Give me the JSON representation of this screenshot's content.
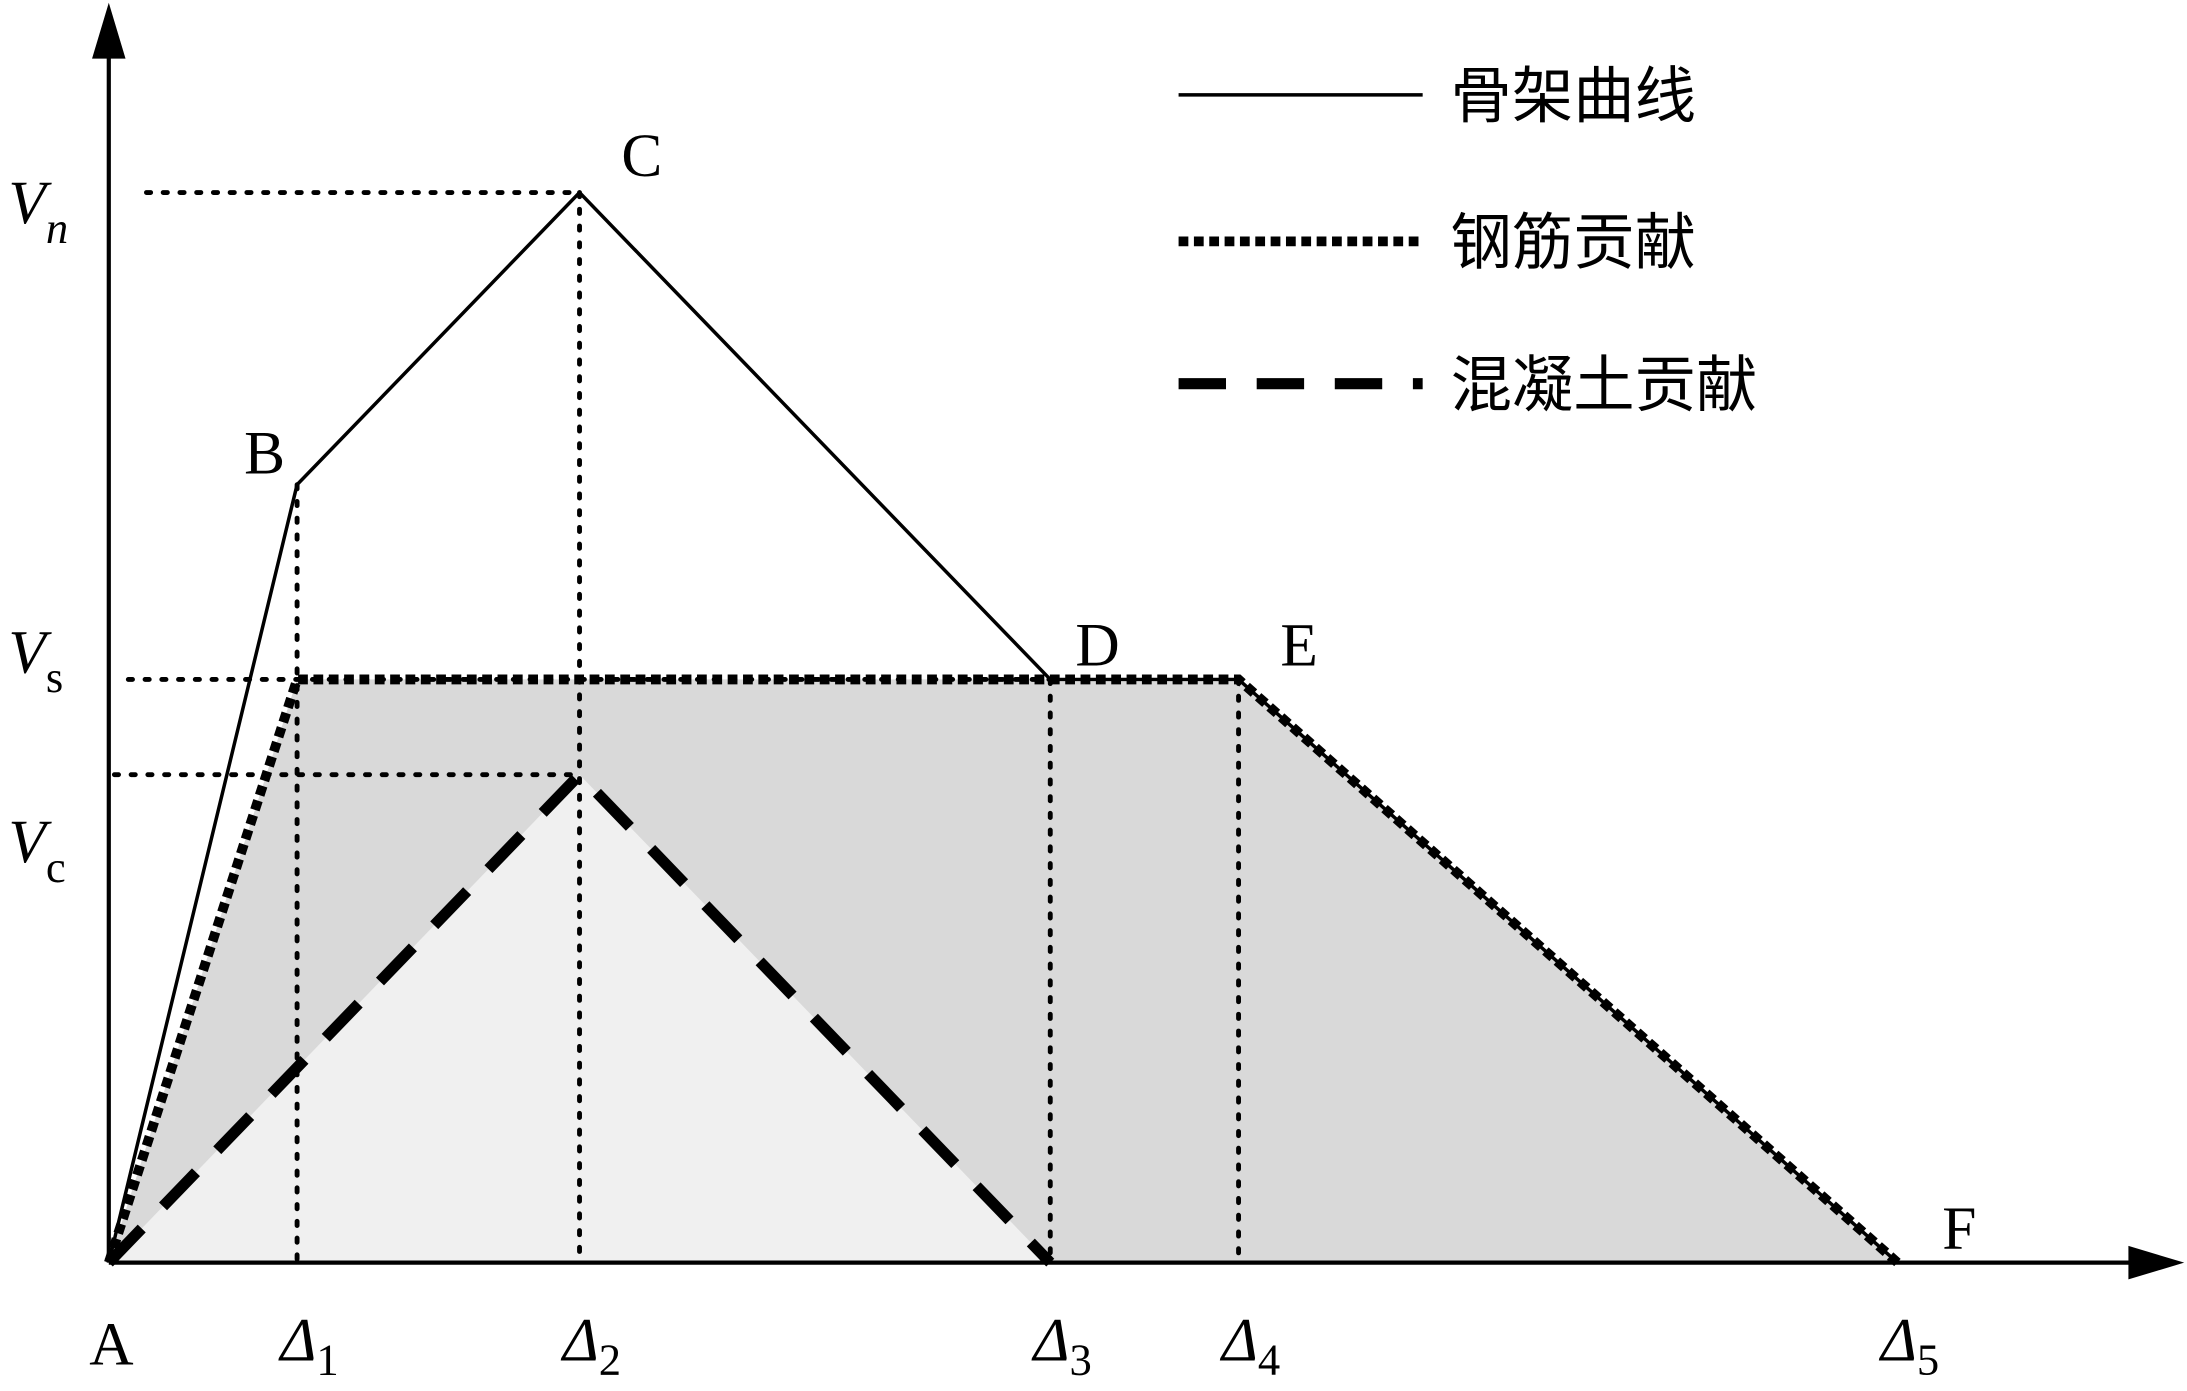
{
  "chart_data": {
    "type": "line",
    "title": "",
    "xlabel": "",
    "ylabel": "",
    "xlim": [
      0,
      10.9
    ],
    "ylim": [
      0,
      11.6
    ],
    "x_ticks": [
      {
        "name": "Δ",
        "sub": "1",
        "value": 1.0
      },
      {
        "name": "Δ",
        "sub": "2",
        "value": 2.5
      },
      {
        "name": "Δ",
        "sub": "3",
        "value": 5.0
      },
      {
        "name": "Δ",
        "sub": "4",
        "value": 6.0
      },
      {
        "name": "Δ",
        "sub": "5",
        "value": 9.5
      }
    ],
    "y_ticks": [
      {
        "name": "V",
        "sub": "n",
        "value": 10.0
      },
      {
        "name": "V",
        "sub": "s",
        "value": 5.45
      },
      {
        "name": "V",
        "sub": "c",
        "value": 4.56
      }
    ],
    "points": [
      {
        "label": "A",
        "x": 0,
        "y": 0
      },
      {
        "label": "B",
        "x": 1.0,
        "y": 7.27
      },
      {
        "label": "C",
        "x": 2.5,
        "y": 10.0
      },
      {
        "label": "D",
        "x": 5.0,
        "y": 5.45
      },
      {
        "label": "E",
        "x": 6.0,
        "y": 5.45
      },
      {
        "label": "F",
        "x": 9.5,
        "y": 0
      }
    ],
    "series": [
      {
        "name": "骨架曲线",
        "style": "solid",
        "x": [
          0,
          1.0,
          2.5,
          5.0,
          6.0,
          9.5
        ],
        "y": [
          0,
          7.27,
          10.0,
          5.45,
          5.45,
          0
        ]
      },
      {
        "name": "钢筋贡献",
        "style": "dotted",
        "fill": "#d9d9d9",
        "x": [
          0,
          1.0,
          6.0,
          9.5
        ],
        "y": [
          0,
          5.45,
          5.45,
          0
        ]
      },
      {
        "name": "混凝土贡献",
        "style": "dashed",
        "fill": "#f0f0f0",
        "x": [
          0,
          2.5,
          5.0
        ],
        "y": [
          0,
          4.56,
          0
        ]
      }
    ],
    "legend_position": "top-right",
    "grid": false
  }
}
